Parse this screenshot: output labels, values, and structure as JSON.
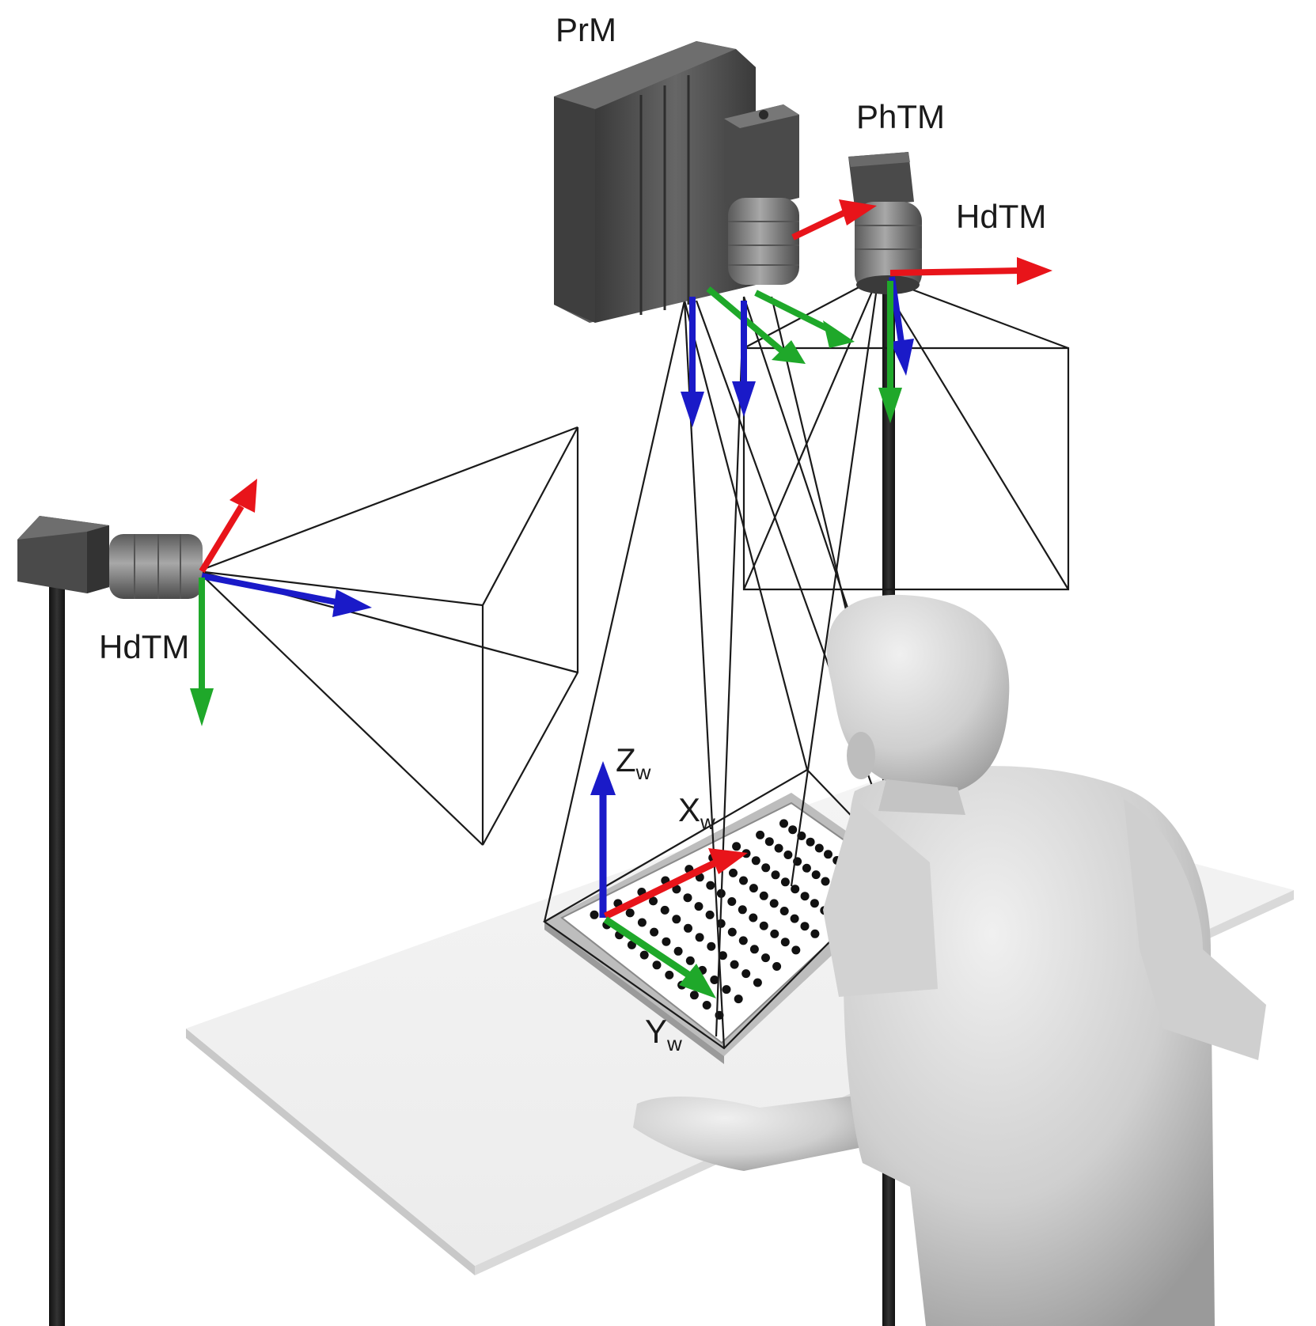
{
  "labels": {
    "prm": "PrM",
    "phtm": "PhTM",
    "hdtm_right": "HdTM",
    "hdtm_left": "HdTM",
    "zw_main": "Z",
    "zw_sub": "w",
    "xw_main": "X",
    "xw_sub": "w",
    "yw_main": "Y",
    "yw_sub": "w"
  },
  "colors": {
    "x_axis": "#e8141a",
    "y_axis": "#1fa82a",
    "z_axis": "#1a1ac8",
    "device": "#4b4b4b",
    "frustum": "#1a1a1a"
  },
  "calibration_board": {
    "rows": 11,
    "cols": 9
  }
}
